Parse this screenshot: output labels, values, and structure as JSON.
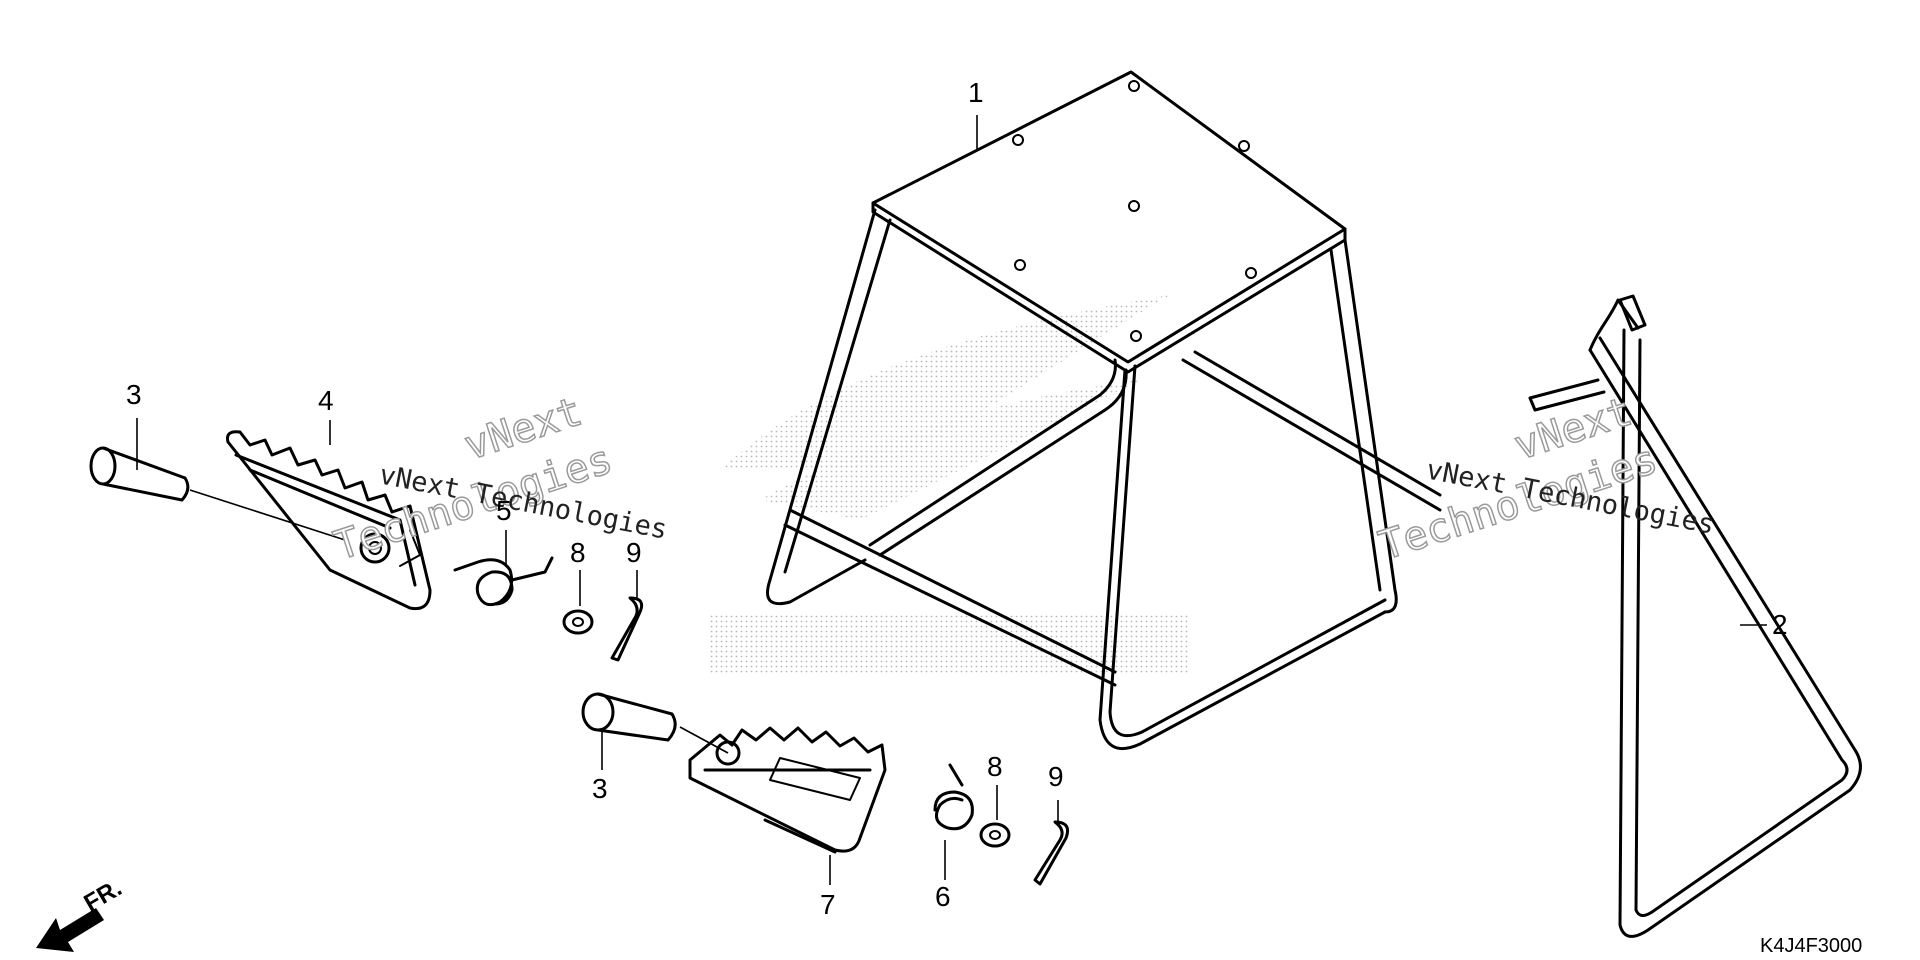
{
  "diagram": {
    "part_numbers": {
      "p1": "1",
      "p2": "2",
      "p3a": "3",
      "p3b": "3",
      "p4": "4",
      "p5": "5",
      "p6": "6",
      "p7": "7",
      "p8a": "8",
      "p8b": "8",
      "p9a": "9",
      "p9b": "9"
    },
    "watermarks": {
      "brand_1": "vNext",
      "technologies_1": "Technologies",
      "caption_1": "vNext Technologies",
      "brand_2": "vNext",
      "technologies_2": "Technologies",
      "caption_2": "vNext Technologies"
    },
    "front_label": "FR.",
    "figure_code": "K4J4F3000"
  }
}
